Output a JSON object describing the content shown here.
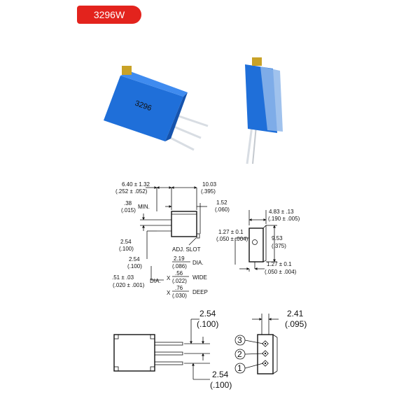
{
  "header": {
    "model_label": "3296W"
  },
  "product_photos": {
    "front_marking": "3296",
    "colors": {
      "body": "#1f6fd9",
      "screw": "#c9a227",
      "pins": "#d8dde3",
      "badge": "#e3231d"
    }
  },
  "drawing1": {
    "width_overall": "6.40 ± 1.32",
    "width_overall_in": "(.252 ± .052)",
    "depth": "10.03",
    "depth_in": "(.395)",
    "standoff": ".38",
    "standoff_in": "(.015)",
    "min_label": "MIN.",
    "side": "1.52",
    "side_in": "(.060)",
    "pitch_a": "2.54",
    "pitch_a_in": "(.100)",
    "adj_slot": "ADJ. SLOT",
    "pitch_b": "2.54",
    "pitch_b_in": "(.100)",
    "slot_dia": "2.19",
    "slot_dia_in": "(.086)",
    "dia_label": "DIA.",
    "pin_dia": ".51 ± .03",
    "pin_dia_in": "(.020 ± .001)",
    "pin_dia_label": "DIA.",
    "x1": "X",
    "slot_wide": ".56",
    "slot_wide_in": "(.022)",
    "wide_label": "WIDE",
    "x2": "X",
    "slot_deep": ".76",
    "slot_deep_in": "(.030)",
    "deep_label": "DEEP"
  },
  "drawing2": {
    "thickness": "4.83 ± .13",
    "thickness_in": "(.190 ± .005)",
    "screw_pos": "1.27 ± 0.1",
    "screw_pos_in": "(.050 ± .004)",
    "height": "9.53",
    "height_in": "(.375)",
    "pin_offset": "1.27 ± 0.1",
    "pin_offset_in": "(.050 ± .004)"
  },
  "drawing3": {
    "pitch": "2.54",
    "pitch_in": "(.100)",
    "pin_row": "2.41",
    "pin_row_in": "(.095)",
    "pitch_bottom": "2.54",
    "pitch_bottom_in": "(.100)",
    "pin_numbers": [
      "3",
      "2",
      "1"
    ]
  }
}
